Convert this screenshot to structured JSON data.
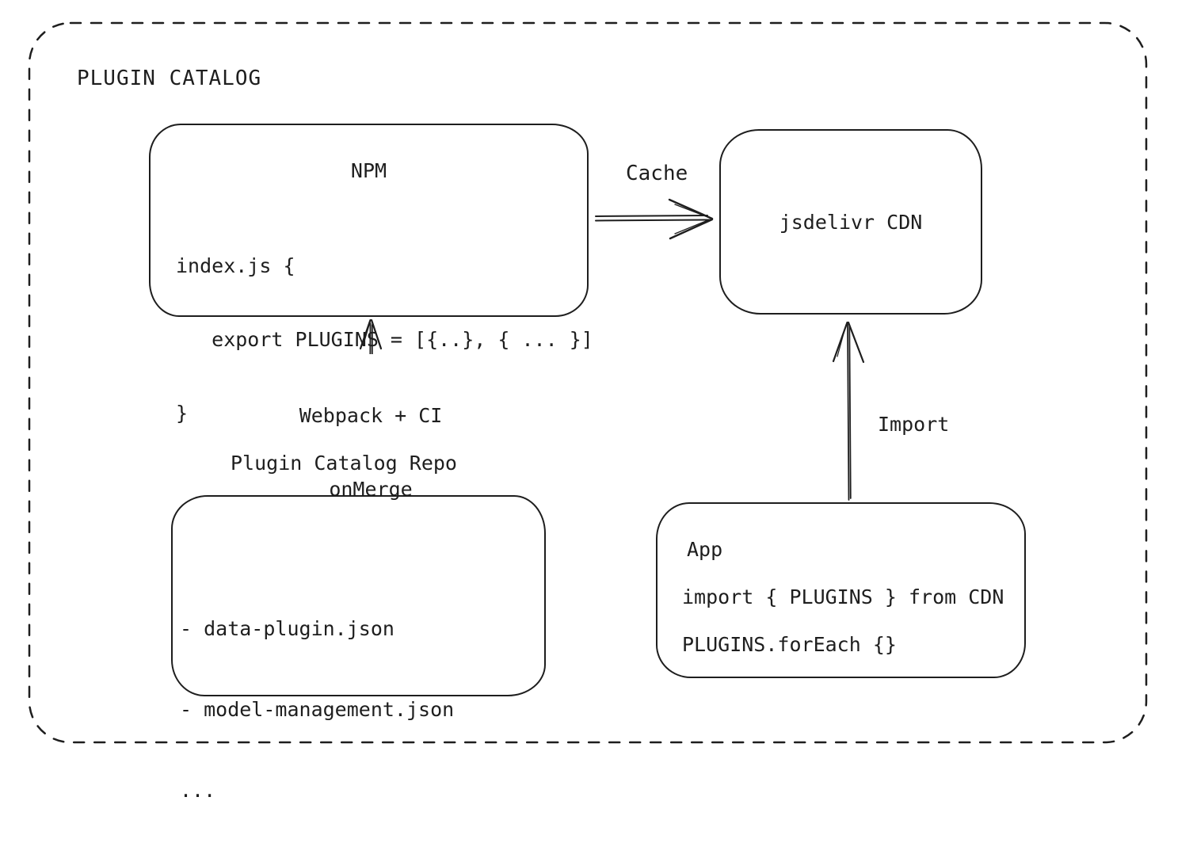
{
  "title": "PLUGIN CATALOG",
  "nodes": {
    "npm": {
      "title": "NPM",
      "code": [
        "index.js {",
        "   export PLUGINS = [{..}, { ... }]",
        "}"
      ]
    },
    "cdn": {
      "label": "jsdelivr CDN"
    },
    "repo": {
      "label": "Plugin Catalog Repo",
      "items": [
        "- data-plugin.json",
        "- model-management.json",
        "..."
      ]
    },
    "app": {
      "title": "App",
      "lines": [
        "import { PLUGINS } from CDN",
        "PLUGINS.forEach {}"
      ]
    }
  },
  "edges": {
    "cache": {
      "label": "Cache",
      "from": "NPM",
      "to": "jsdelivr CDN"
    },
    "build": {
      "label_line1": "Webpack + CI",
      "label_line2": "onMerge",
      "from": "Plugin Catalog Repo",
      "to": "NPM"
    },
    "import": {
      "label": "Import",
      "from": "App",
      "to": "jsdelivr CDN"
    }
  },
  "colors": {
    "stroke": "#1e1e1e",
    "background": "#ffffff"
  }
}
